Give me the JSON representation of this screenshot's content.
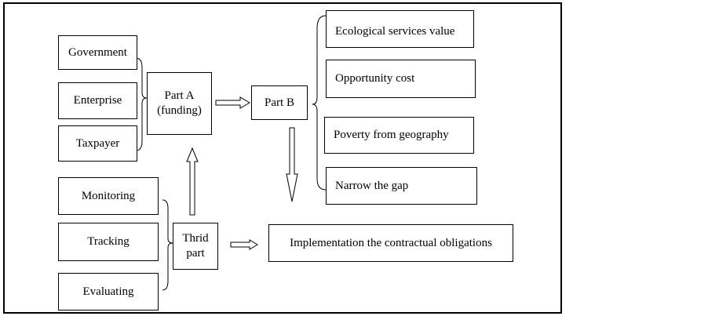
{
  "diagram": {
    "funders": [
      "Government",
      "Enterprise",
      "Taxpayer"
    ],
    "part_a": "Part A\n(funding)",
    "part_b": "Part B",
    "values": [
      "Ecological services value",
      "Opportunity cost",
      "Poverty from geography",
      "Narrow the gap"
    ],
    "activities": [
      "Monitoring",
      "Tracking",
      "Evaluating"
    ],
    "third_part": "Thrid\npart",
    "implementation": "Implementation the contractual obligations"
  }
}
